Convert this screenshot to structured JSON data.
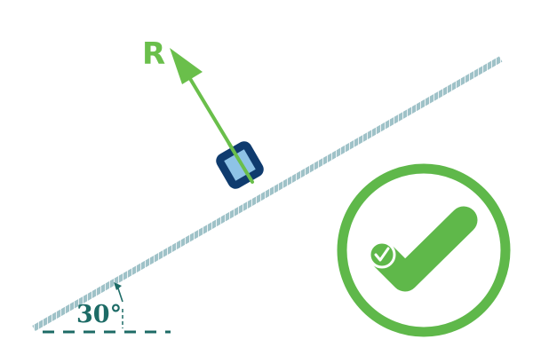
{
  "diagram": {
    "force_label": "R",
    "angle_label": "30°",
    "incline_angle_deg": 30
  },
  "colors": {
    "background": "#ffffff",
    "force_arrow": "#6abf4b",
    "incline_surface": "#9fc2c8",
    "incline_hatch": "#ffffff",
    "block_outer": "#0f3b6e",
    "block_inner": "#8ec3e6",
    "reference_line": "#1d6b66",
    "angle_text": "#1d6b66",
    "check_badge": "#5fb84a"
  },
  "icons": {
    "badge": "checkmark-icon",
    "small_badge": "small-checkmark-icon"
  }
}
